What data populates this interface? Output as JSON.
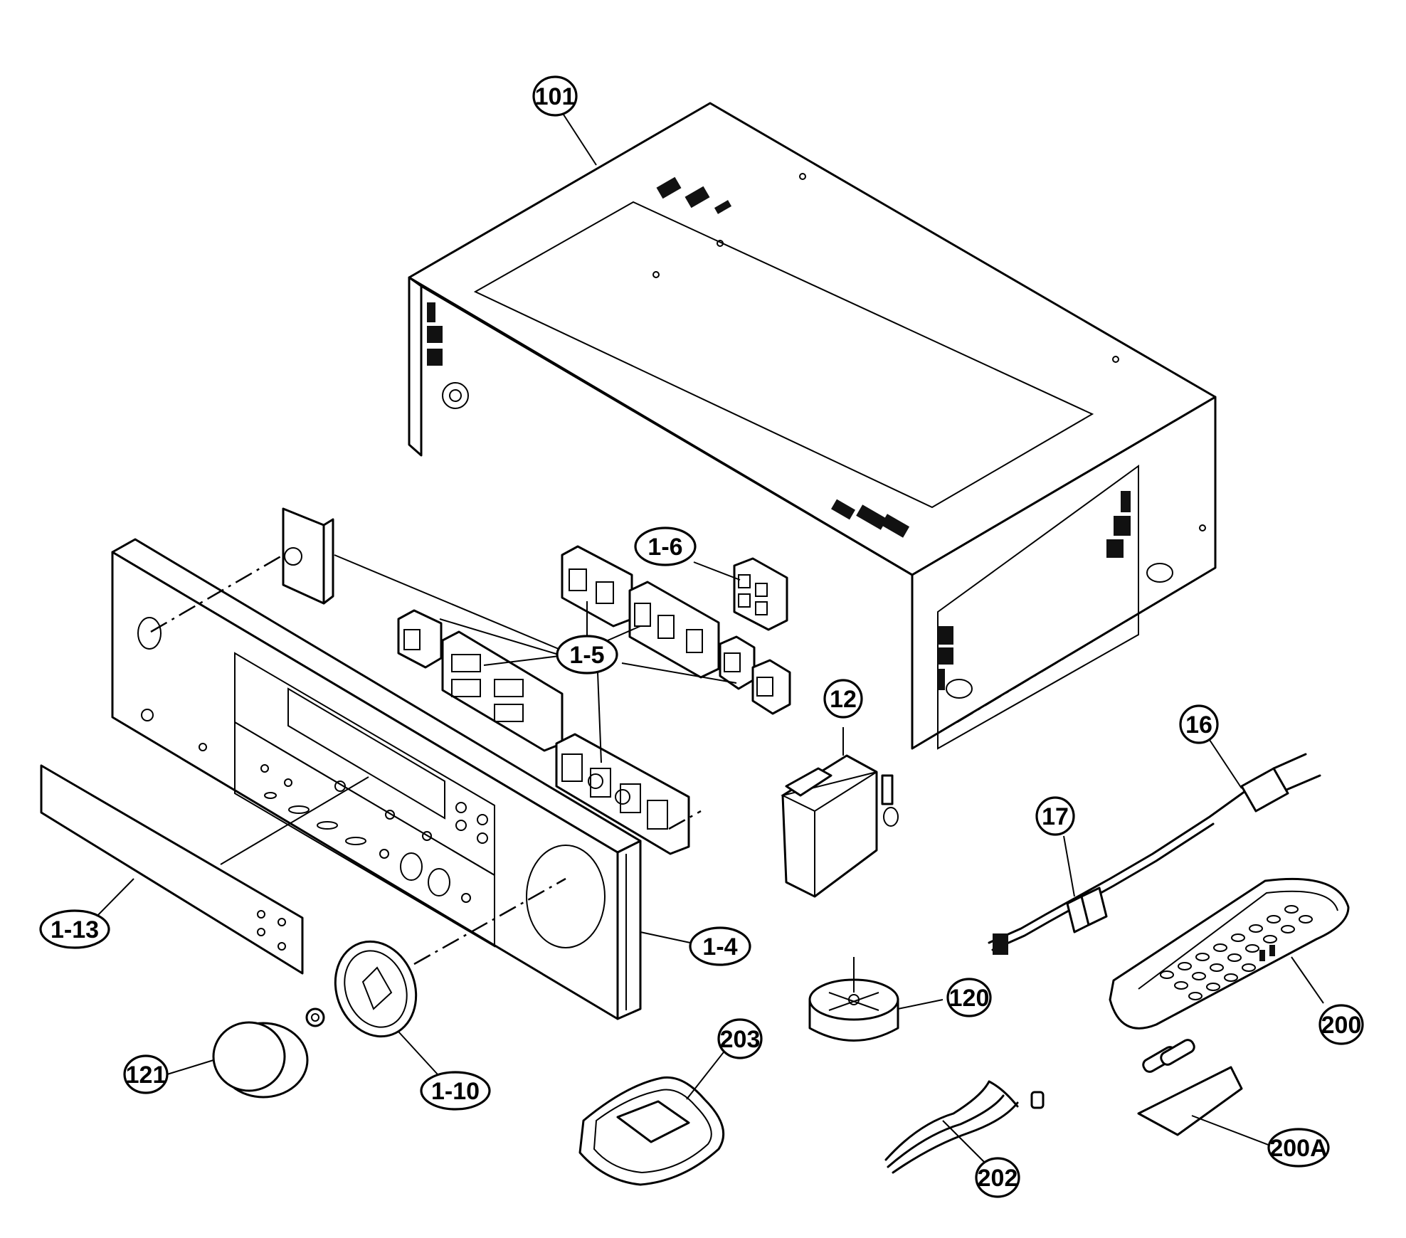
{
  "callouts": [
    {
      "id": "c101",
      "label": "101"
    },
    {
      "id": "c16",
      "label": "16"
    },
    {
      "id": "c17",
      "label": "17"
    },
    {
      "id": "c12",
      "label": "12"
    },
    {
      "id": "c1-6",
      "label": "1-6"
    },
    {
      "id": "c1-5",
      "label": "1-5"
    },
    {
      "id": "c1-4",
      "label": "1-4"
    },
    {
      "id": "c1-13",
      "label": "1-13"
    },
    {
      "id": "c1-10",
      "label": "1-10"
    },
    {
      "id": "c121",
      "label": "121"
    },
    {
      "id": "c120",
      "label": "120"
    },
    {
      "id": "c200",
      "label": "200"
    },
    {
      "id": "c200A",
      "label": "200A"
    },
    {
      "id": "c203",
      "label": "203"
    },
    {
      "id": "c202",
      "label": "202"
    }
  ]
}
